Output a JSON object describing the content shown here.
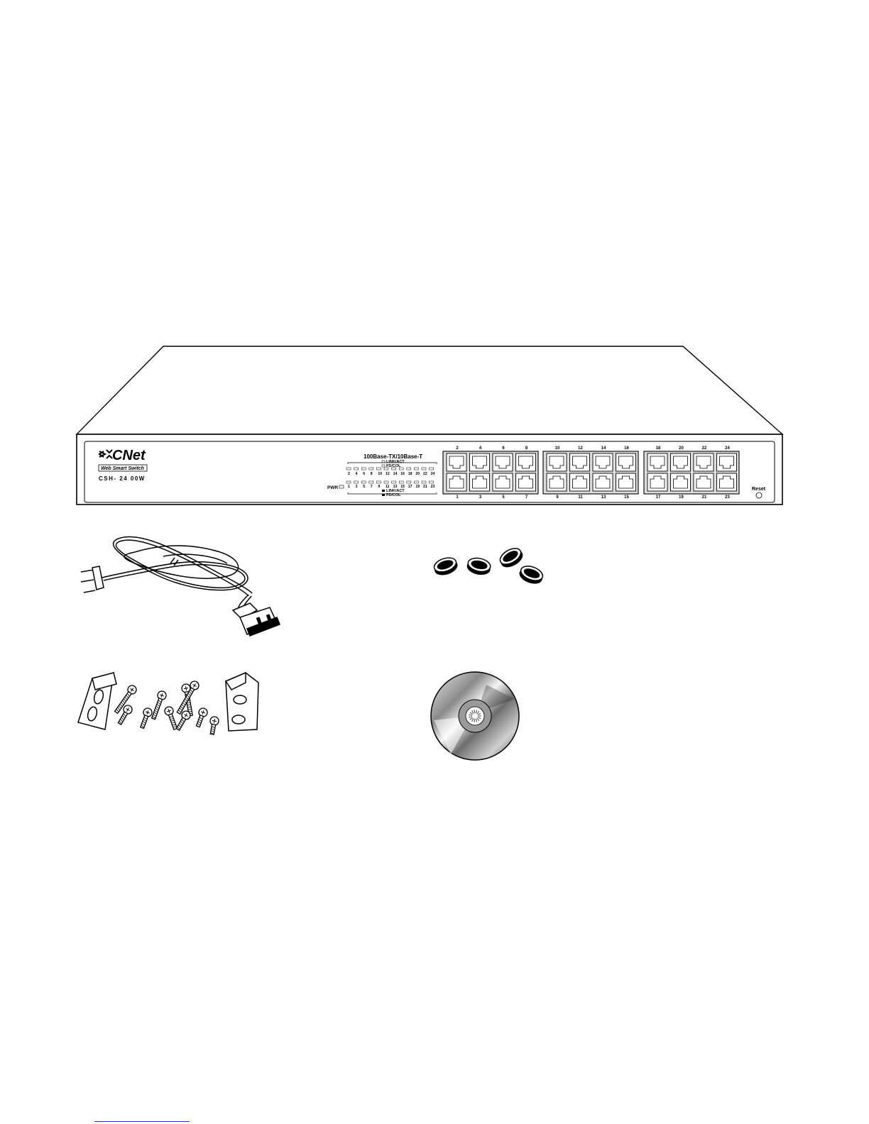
{
  "switch": {
    "brand": "CNet",
    "subtitle": "Web Smart Switch",
    "model": "CSH- 24 00W",
    "port_type_label": "100Base-TX/10Base-T",
    "led_legend_top": [
      "LINK/ACT",
      "FD/COL"
    ],
    "led_legend_bottom": [
      "LINK/ACT",
      "FD/COL"
    ],
    "power_label": "PWR",
    "reset_label": "Reset",
    "led_top_numbers": [
      "2",
      "4",
      "6",
      "8",
      "10",
      "12",
      "14",
      "16",
      "18",
      "20",
      "22",
      "24"
    ],
    "led_bottom_numbers": [
      "1",
      "3",
      "5",
      "7",
      "9",
      "11",
      "13",
      "15",
      "17",
      "19",
      "21",
      "23"
    ],
    "port_groups": [
      {
        "top": [
          "2",
          "4",
          "6",
          "8"
        ],
        "bottom": [
          "1",
          "3",
          "5",
          "7"
        ]
      },
      {
        "top": [
          "10",
          "12",
          "14",
          "16"
        ],
        "bottom": [
          "9",
          "11",
          "13",
          "15"
        ]
      },
      {
        "top": [
          "18",
          "20",
          "22",
          "24"
        ],
        "bottom": [
          "17",
          "19",
          "21",
          "23"
        ]
      }
    ]
  },
  "accessories": [
    {
      "icon": "power-cord-icon"
    },
    {
      "icon": "rubber-feet-icon"
    },
    {
      "icon": "rack-mount-kit-icon"
    },
    {
      "icon": "cd-rom-icon"
    }
  ],
  "colors": {
    "line": "#000000",
    "panel": "#ffffff",
    "port_group_bg": "#dcdcdc"
  }
}
